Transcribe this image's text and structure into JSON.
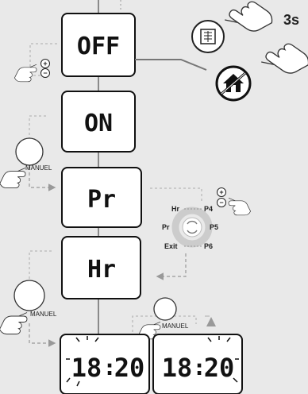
{
  "screens": {
    "off": "OFF",
    "on": "ON",
    "program": "Pr",
    "hours": "Hr",
    "time_hours": "18",
    "time_minutes": "20"
  },
  "hold_duration": "3s",
  "button_labels": {
    "manual": "MANUEL",
    "plus": "+",
    "minus": "−"
  },
  "program_cycle": [
    "Hr",
    "P4",
    "P5",
    "P6",
    "Exit",
    "Pr"
  ],
  "icons": [
    "pointing-hand-icon",
    "shutter-icon",
    "away-mode-icon",
    "cycle-arrows-icon",
    "round-button-icon"
  ],
  "colors": {
    "background": "#e9e9e9",
    "screen": "#ffffff",
    "connector": "#888888",
    "dashed": "#999999",
    "black": "#111111"
  }
}
